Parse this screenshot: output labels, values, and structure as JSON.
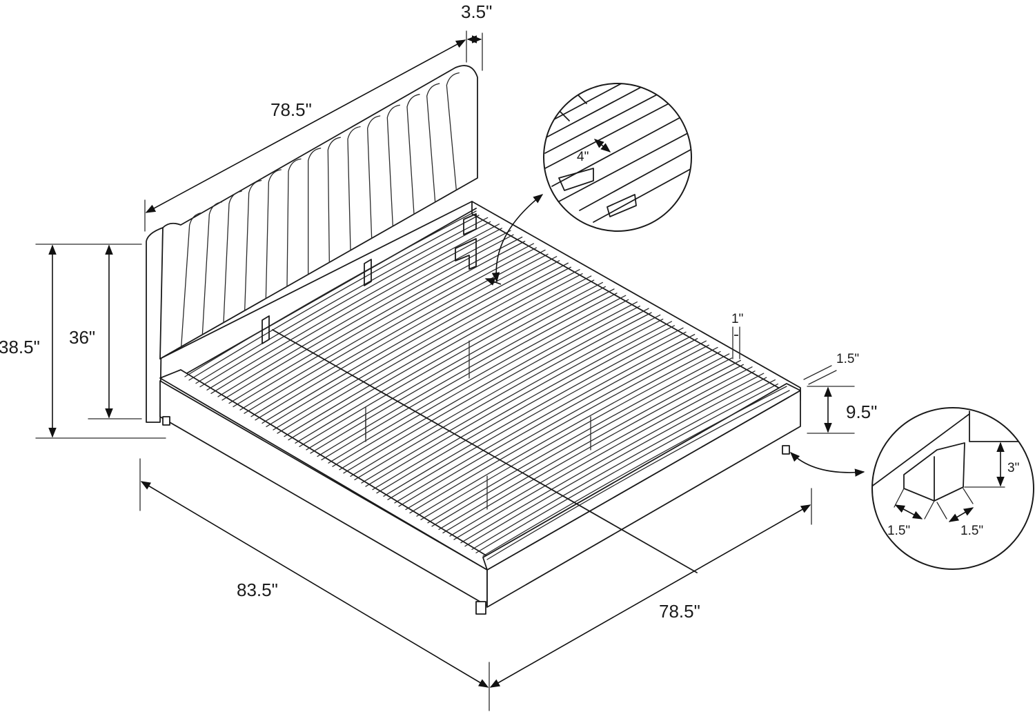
{
  "dimensions": {
    "headboard_width": "78.5\"",
    "headboard_depth": "3.5\"",
    "overall_height": "38.5\"",
    "headboard_height": "36\"",
    "overall_length": "83.5\"",
    "bed_width": "78.5\"",
    "frame_height": "9.5\"",
    "slat_thickness": "1\"",
    "rail_thickness": "1.5\""
  },
  "slat_detail": {
    "slat_gap": "4\""
  },
  "leg_detail": {
    "leg_height": "3\"",
    "leg_width_a": "1.5\"",
    "leg_width_b": "1.5\""
  }
}
